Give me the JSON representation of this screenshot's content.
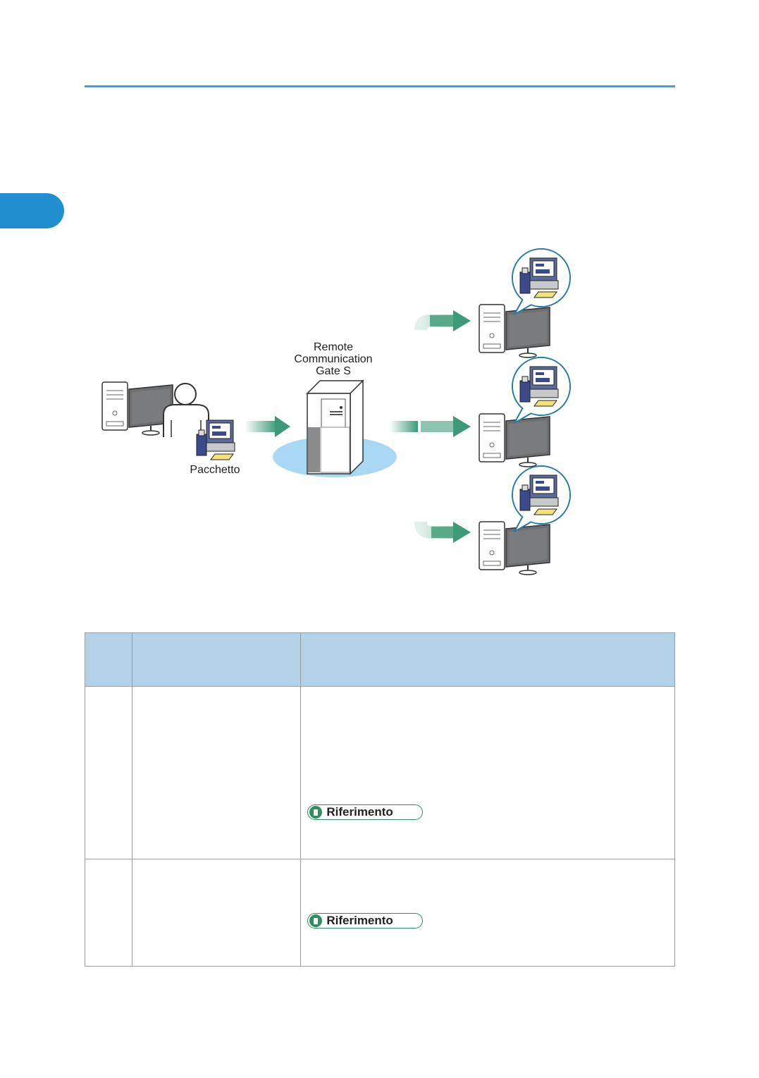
{
  "figure": {
    "server_label_lines": [
      "Remote",
      "Communication",
      "Gate S"
    ],
    "package_label": "Pacchetto"
  },
  "table": {
    "rows": [
      {
        "reference_badge": "Riferimento"
      },
      {
        "reference_badge": "Riferimento"
      }
    ]
  },
  "colors": {
    "header_rule": "#3f9fd6",
    "chapter_tab": "#1f8fcf",
    "table_header_bg": "#b3d2e8",
    "arrow_green": "#3d9a78",
    "badge_green": "#2f8f62"
  }
}
